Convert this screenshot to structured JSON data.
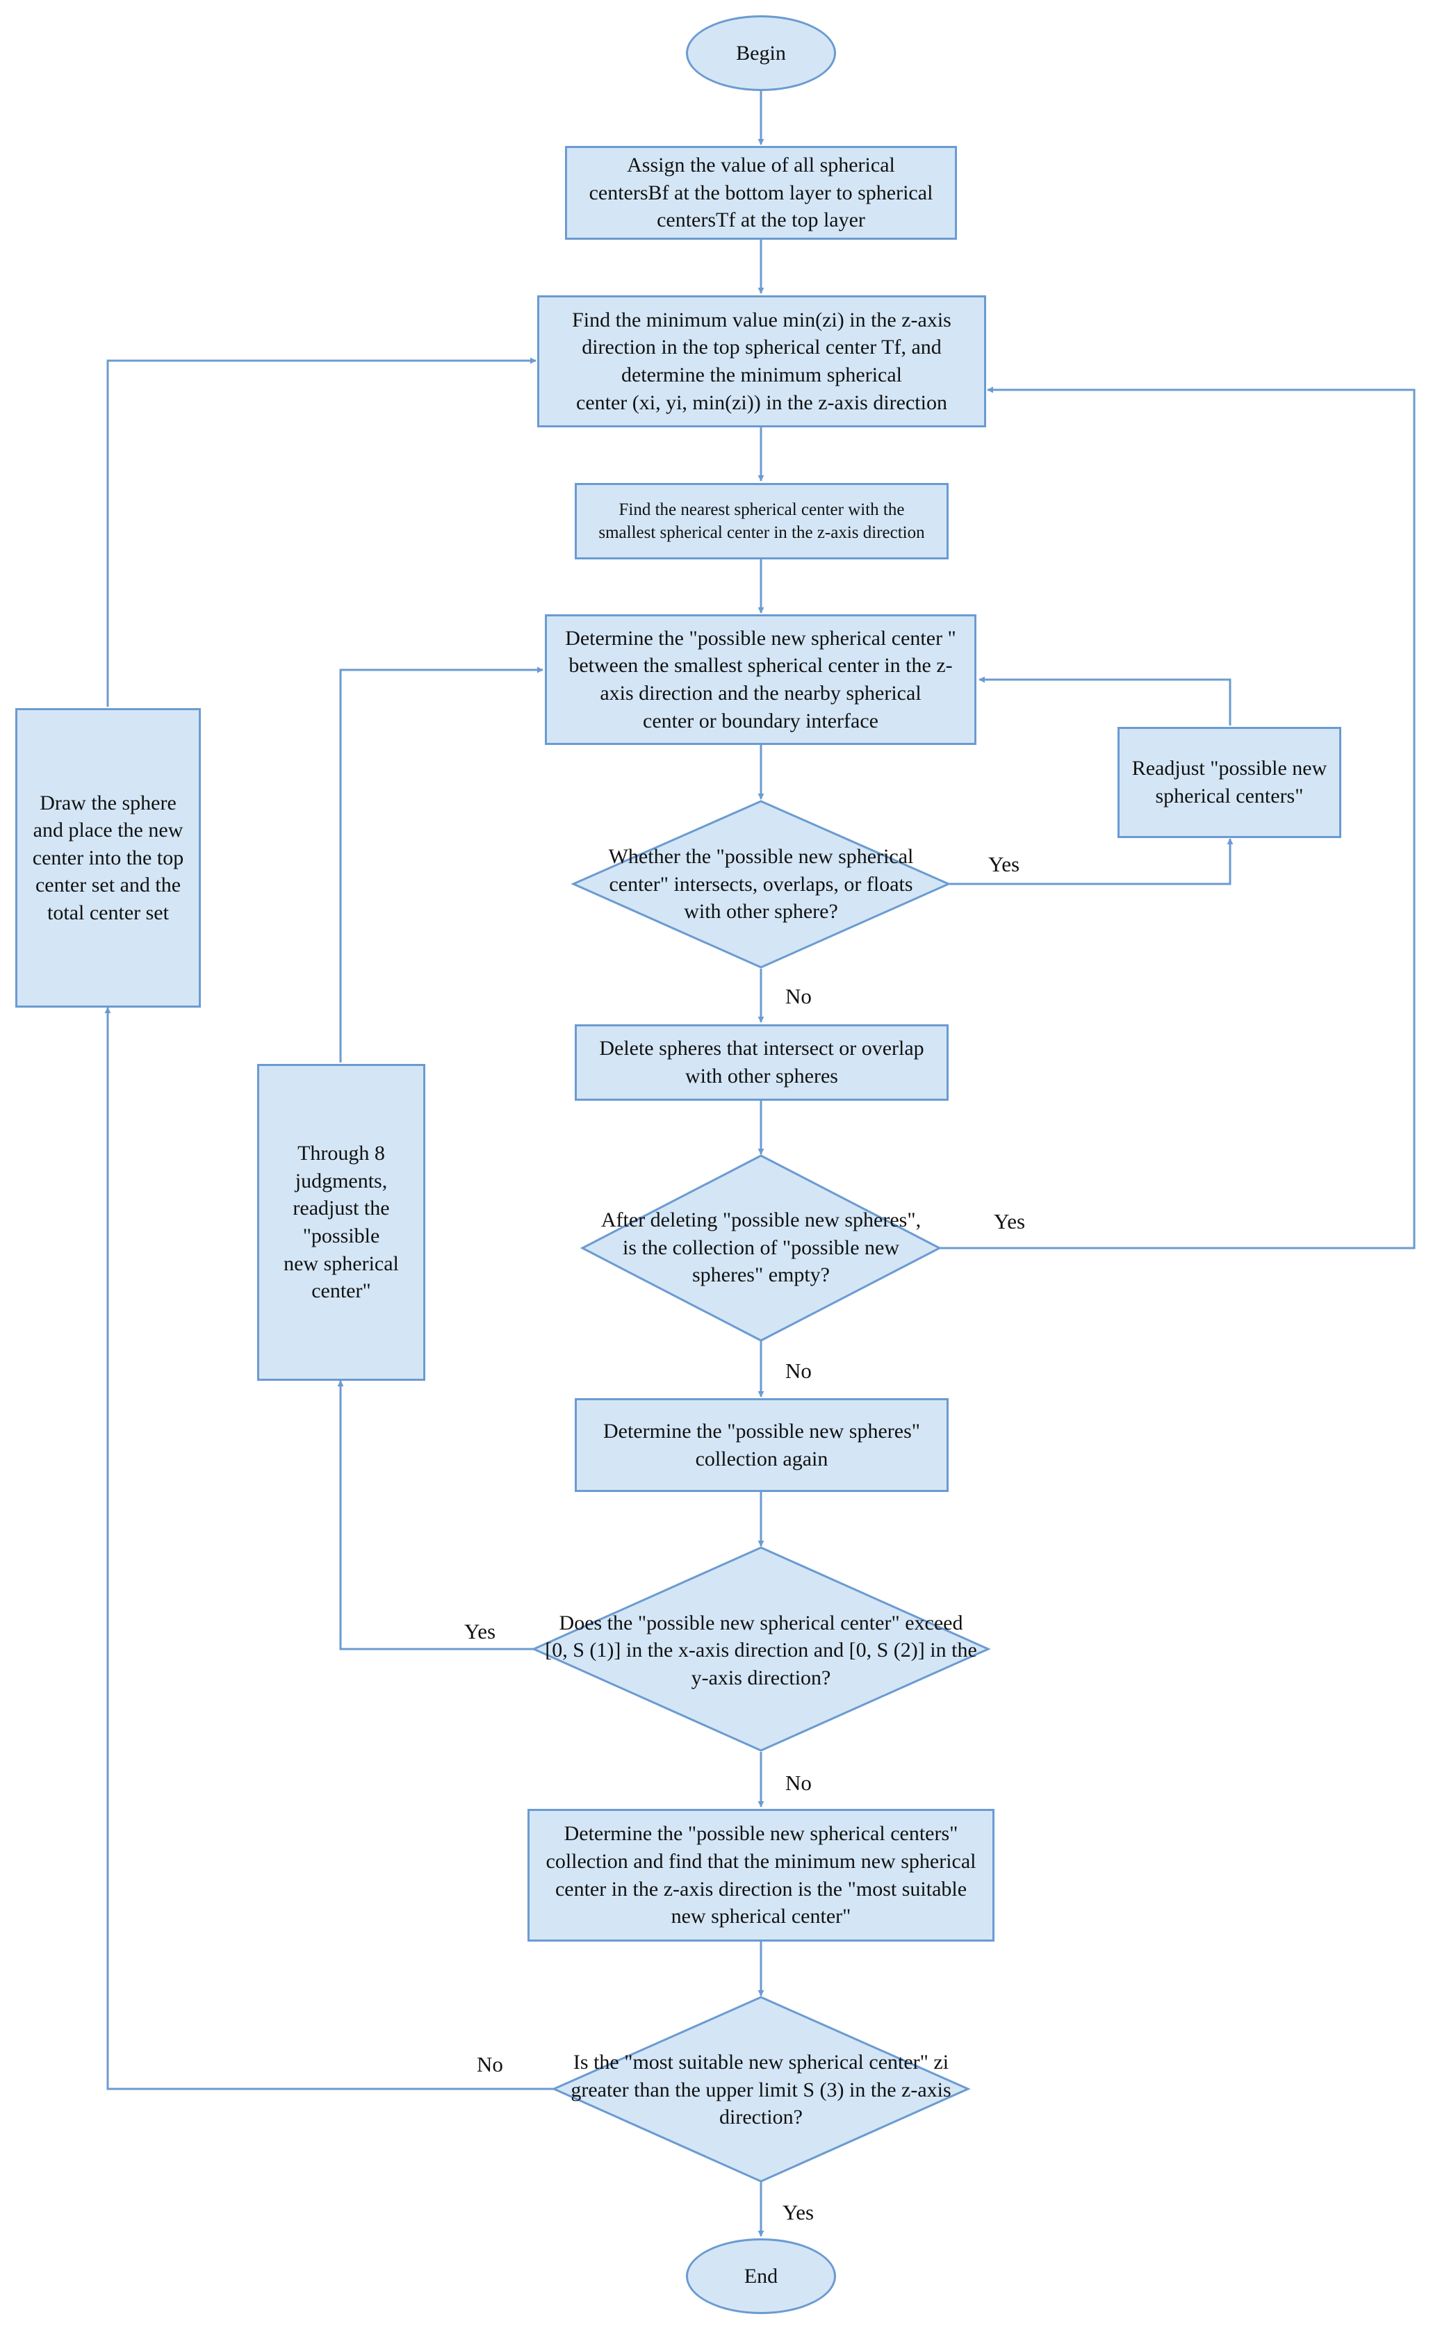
{
  "nodes": {
    "begin": "Begin",
    "assign": [
      "Assign the value of all spherical",
      "centersBf at the bottom layer to spherical",
      "centersTf at the top layer"
    ],
    "find_min": [
      "Find the minimum value min(zi) in the z-axis",
      "direction in the top spherical center Tf, and",
      "determine the minimum spherical",
      "center (xi, yi, min(zi))  in the z-axis direction"
    ],
    "find_nearest": [
      "Find the nearest spherical center with the",
      "smallest spherical center in the z-axis direction"
    ],
    "determine_possible": [
      "Determine the \"possible new spherical center \"",
      "between the smallest spherical center  in the z-",
      "axis direction and the nearby spherical",
      "center  or boundary interface"
    ],
    "readjust": [
      "Readjust \"possible new",
      "spherical centers\""
    ],
    "decision_intersect": [
      "Whether the \"possible new spherical",
      "center\" intersects, overlaps, or floats",
      "with other sphere?"
    ],
    "delete_spheres": [
      "Delete spheres that intersect or overlap",
      "with other spheres"
    ],
    "decision_empty": [
      "After deleting \"possible new spheres\",",
      "is the collection of \"possible new",
      "spheres\" empty?"
    ],
    "determine_again": [
      "Determine the \"possible new spheres\"",
      "collection again"
    ],
    "decision_exceed": [
      "Does the \"possible new spherical center\" exceed",
      "[0, S (1)] in the x-axis direction and [0, S (2)] in the",
      "y-axis direction?"
    ],
    "most_suitable": [
      "Determine the \"possible new spherical centers\"",
      "collection and find that the minimum new spherical",
      "center in the z-axis direction is the \"most suitable",
      "new spherical center\""
    ],
    "decision_greater": [
      "Is the \"most suitable new spherical center\" zi",
      "greater than the upper limit S (3) in the z-axis",
      "direction?"
    ],
    "end": "End",
    "draw_sphere": [
      "Draw the sphere",
      "and place the new",
      "center into the top",
      "center set and the",
      "total center set"
    ],
    "through8": [
      "Through 8",
      "judgments,",
      "readjust the",
      "\"possible",
      "new spherical",
      "center\""
    ]
  },
  "labels": {
    "yes_readjust": "Yes",
    "no_intersect": "No",
    "yes_empty": "Yes",
    "no_empty": "No",
    "yes_exceed": "Yes",
    "no_exceed": "No",
    "no_greater": "No",
    "yes_greater": "Yes"
  },
  "colors": {
    "fill": "#d4e6f6",
    "stroke": "#6b9bd1",
    "arrow": "#6b9bd1"
  }
}
